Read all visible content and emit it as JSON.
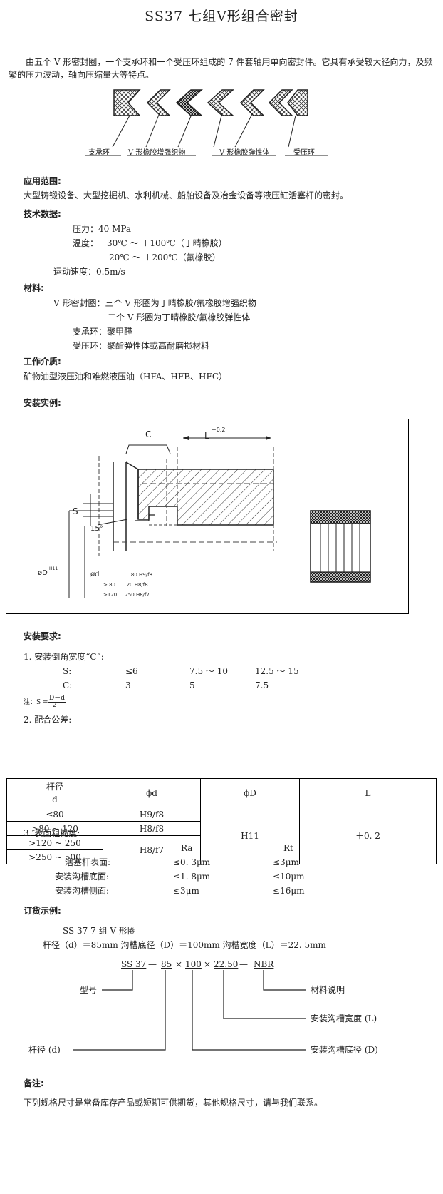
{
  "title": "SS37  七组V形组合密封",
  "intro": "由五个 V 形密封圈，一个支承环和一个受压环组成的 7 件套轴用单向密封件。它具有承受较大径向力，及频繁的压力波动，轴向压缩量大等特点。",
  "figure1": {
    "labels": [
      "支承环",
      "V 形橡胶增强织物",
      "V 形橡胶弹性体",
      "受压环"
    ]
  },
  "application": {
    "heading": "应用范围:",
    "text": "大型铸锻设备、大型挖掘机、水利机械、船舶设备及冶金设备等液压缸活塞杆的密封。"
  },
  "tech": {
    "heading": "技术数据:",
    "pressure": "压力：40 MPa",
    "temp1": "温度：－30℃ ～ ＋100℃（丁晴橡胶）",
    "temp2": "－20℃ ～ ＋200℃（氟橡胶）",
    "speed": "运动速度：0.5m/s"
  },
  "materials": {
    "heading": "材料:",
    "v1": "V 形密封圈：三个 V 形圈为丁晴橡胶/氟橡胶增强织物",
    "v2": "二个 V 形圈为丁晴橡胶/氟橡胶弹性体",
    "support": "支承环：聚甲醛",
    "pressure_ring": "受压环：聚酯弹性体或高耐磨损材料"
  },
  "media": {
    "heading": "工作介质:",
    "text": "矿物油型液压油和难燃液压油（HFA、HFB、HFC）"
  },
  "install_example": {
    "heading": "安装实例:"
  },
  "drawing": {
    "C": "C",
    "L": "L",
    "L_tol": "+0.2",
    "S": "S",
    "angle": "15°",
    "oD": "øD",
    "oD_sup": "H11",
    "od": "ød",
    "fits": [
      "... 80 H9/f8",
      "> 80 ... 120 H8/f8",
      ">120 ... 250 H8/f7"
    ]
  },
  "requirements": {
    "heading": "安装要求:",
    "item1": "1. 安装倒角宽度“C”:",
    "s_label": "S:",
    "c_label": "C:",
    "s_values": [
      "≤6",
      "7.5 ～ 10",
      "12.5 ～ 15"
    ],
    "c_values": [
      "3",
      "5",
      "7.5"
    ],
    "note_prefix": "注：S =",
    "note_num": "D－d",
    "note_den": "2",
    "item2": "2. 配合公差:"
  },
  "tolerance_table": {
    "headers": [
      "杆径",
      "d",
      "ϕd",
      "ϕD",
      "L"
    ],
    "rows": [
      [
        "≤80",
        "H9/f8"
      ],
      [
        ">80 ~ 120",
        "H8/f8"
      ],
      [
        ">120 ~ 250",
        "H8/f7"
      ],
      [
        ">250 ~ 500",
        ""
      ]
    ],
    "D_value": "H11",
    "L_value": "＋0. 2"
  },
  "roughness": {
    "item3": "3. 表面粗糙度:",
    "col_ra": "Ra",
    "col_rt": "Rt",
    "rows": [
      {
        "label": "活塞杆表面:",
        "ra": "≤0. 3μm",
        "rt": "≤3μm"
      },
      {
        "label": "安装沟槽底面:",
        "ra": "≤1. 8μm",
        "rt": "≤10μm"
      },
      {
        "label": "安装沟槽侧面:",
        "ra": "≤3μm",
        "rt": "≤16μm"
      }
    ]
  },
  "order": {
    "heading": "订货示例:",
    "line1": "SS 37   7 组 V 形圈",
    "line2": "杆径（d）＝85mm   沟槽底径（D）＝100mm   沟槽宽度（L）＝22. 5mm",
    "code": [
      "SS 37",
      "85",
      "100",
      "22.50",
      "NBR"
    ],
    "sep_dash": "—",
    "sep_x": "×",
    "labels": {
      "model": "型号",
      "rod": "杆径 (d)",
      "material": "材料说明",
      "width": "安装沟槽宽度 (L)",
      "bottom": "安装沟槽底径 (D)"
    }
  },
  "remarks": {
    "heading": "备注:",
    "text": "下列规格尺寸是常备库存产品或短期可供期货，其他规格尺寸，请与我们联系。"
  }
}
